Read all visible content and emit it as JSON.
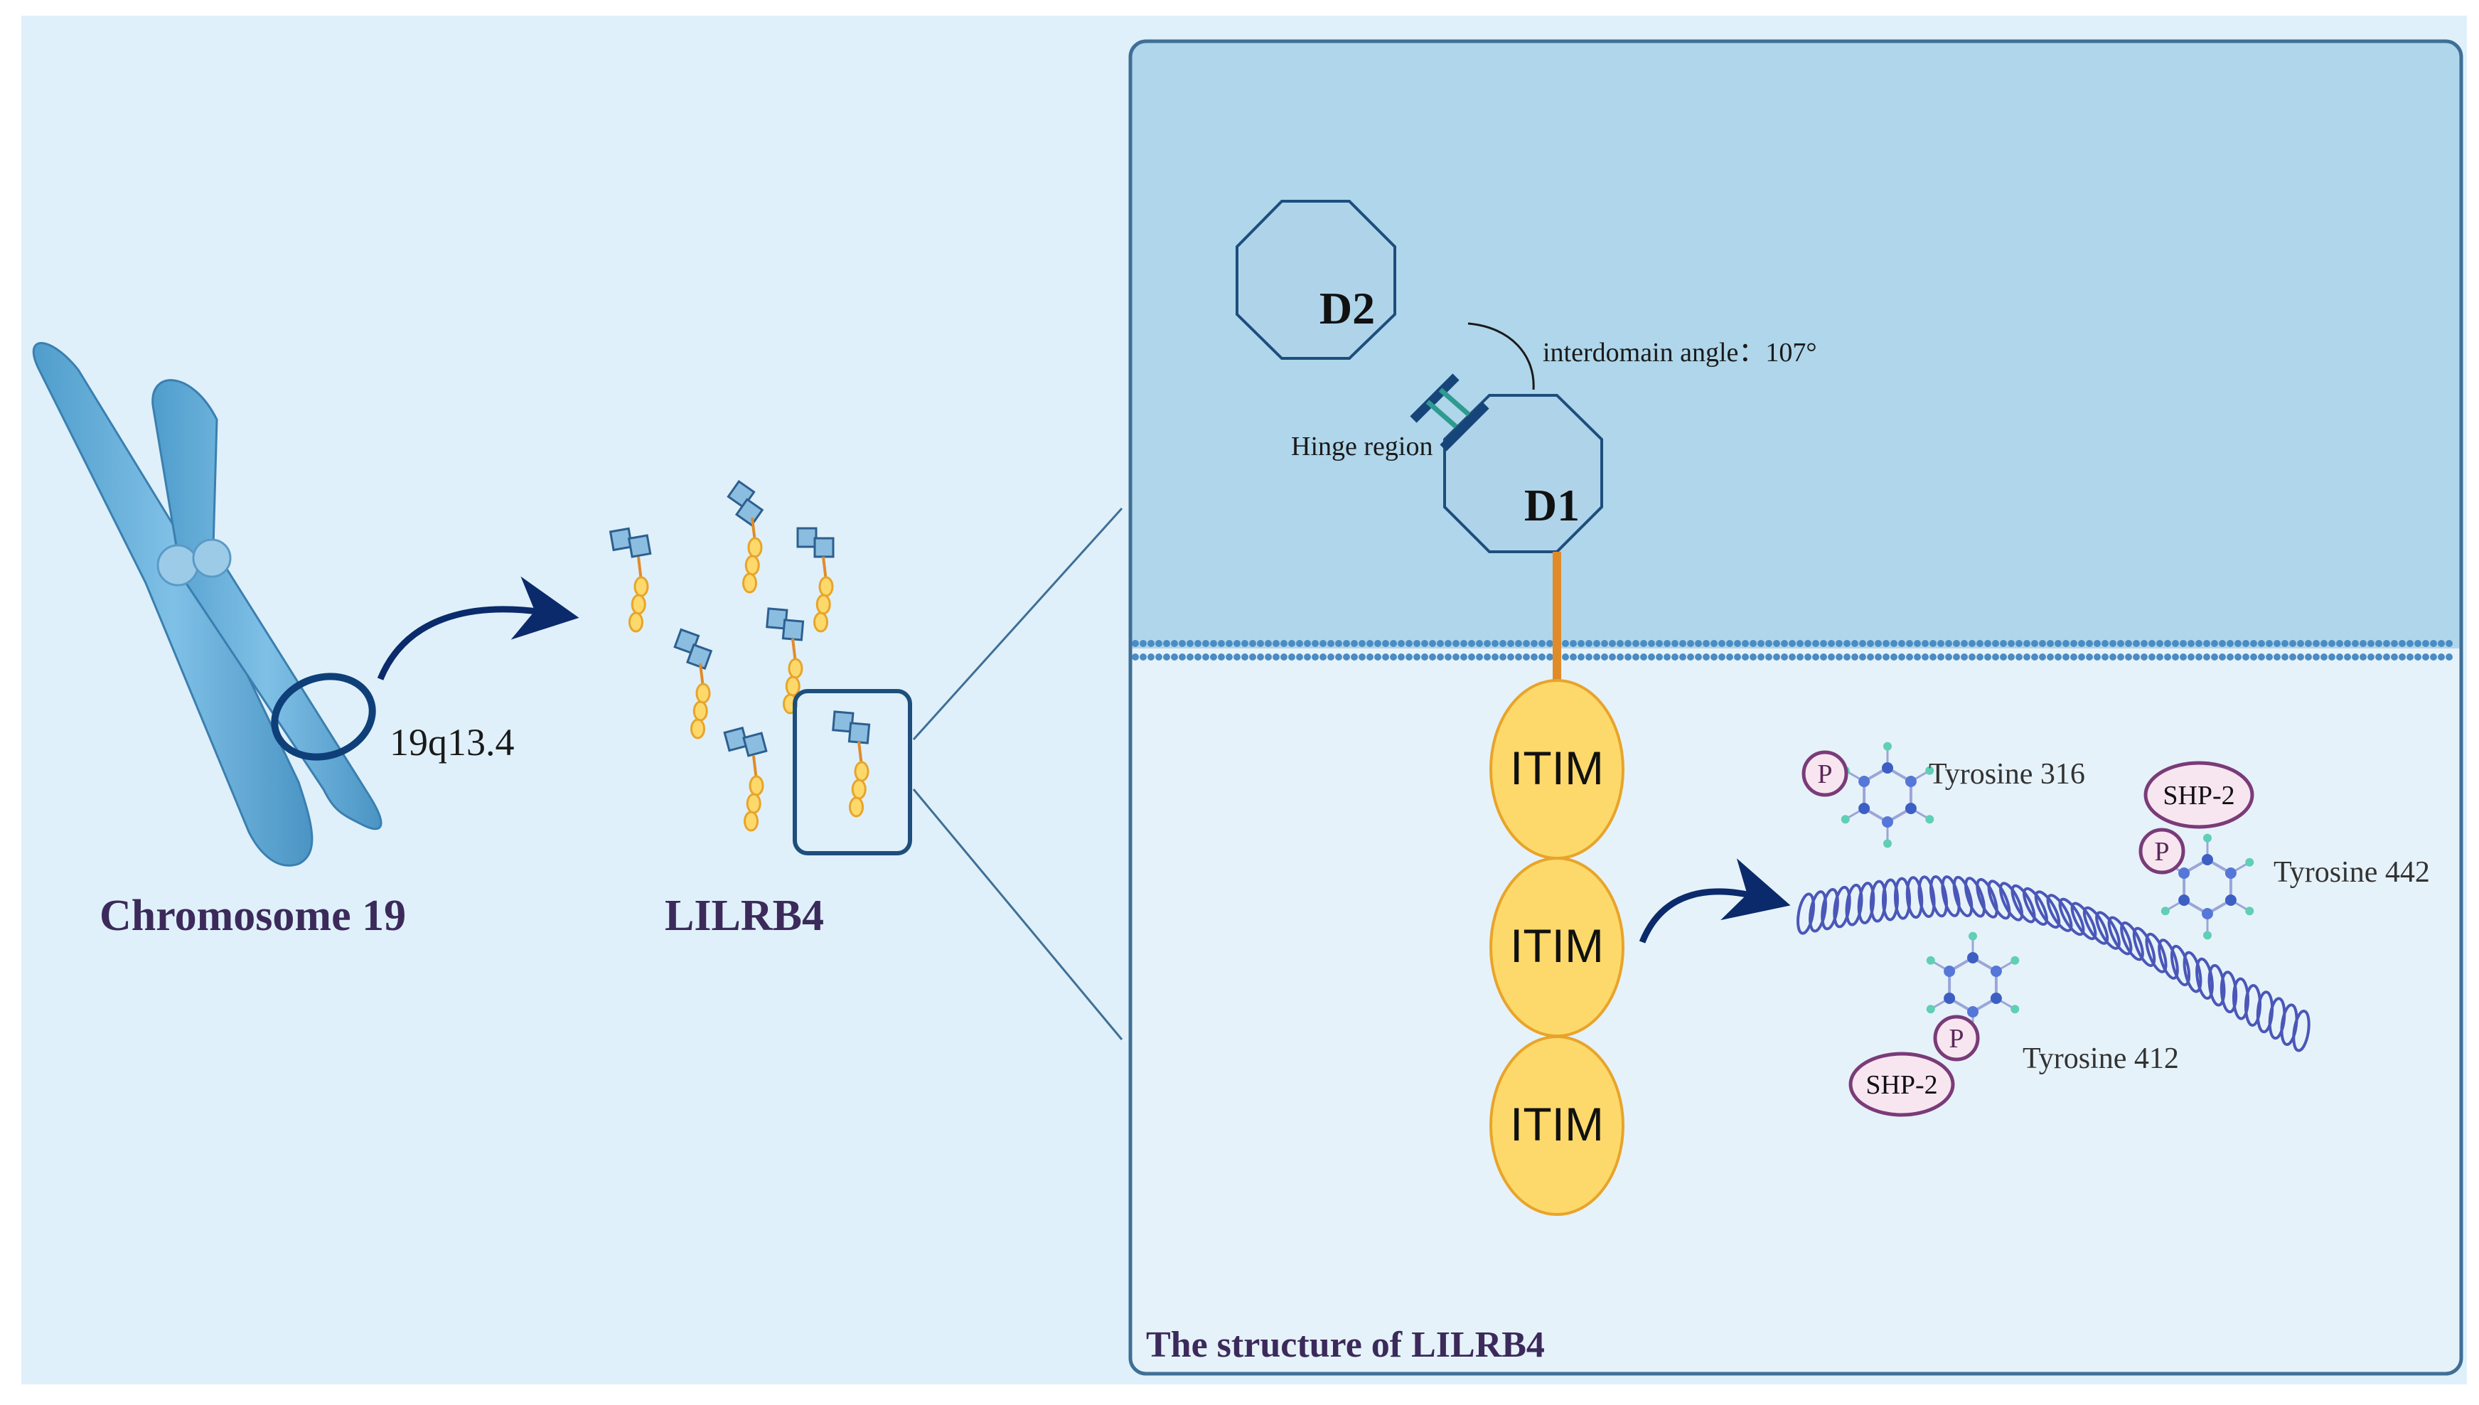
{
  "chromosome": {
    "caption": "Chromosome 19",
    "locus": "19q13.4"
  },
  "lilrb4": {
    "caption": "LILRB4"
  },
  "structure": {
    "title": "The structure of LILRB4",
    "domains": {
      "d2": "D2",
      "d1": "D1"
    },
    "hinge_label": "Hinge region",
    "angle_label": "interdomain angle：107°",
    "itim_labels": [
      "ITIM",
      "ITIM",
      "ITIM"
    ]
  },
  "signaling": {
    "p_label": "P",
    "tyrosines": [
      "Tyrosine 316",
      "Tyrosine 442",
      "Tyrosine 412"
    ],
    "shp_label": "SHP-2"
  },
  "colors": {
    "background": "#dff0fa",
    "panel_top": "#afd6ea",
    "panel_bottom": "#e6f2f9",
    "panel_border": "#3f6f96",
    "domain_fill": "#afd4ea",
    "domain_stroke": "#1d4e7c",
    "itim_fill": "#fdd96b",
    "itim_stroke": "#e8a42a",
    "stalk": "#e08b2a",
    "arrow": "#0b2a6b",
    "caption": "#3b2a5a",
    "chromosome": "#64aed8",
    "phospho": "#7a3b78",
    "shp_fill": "#f7e6f0",
    "helix": "#4a57b8"
  }
}
